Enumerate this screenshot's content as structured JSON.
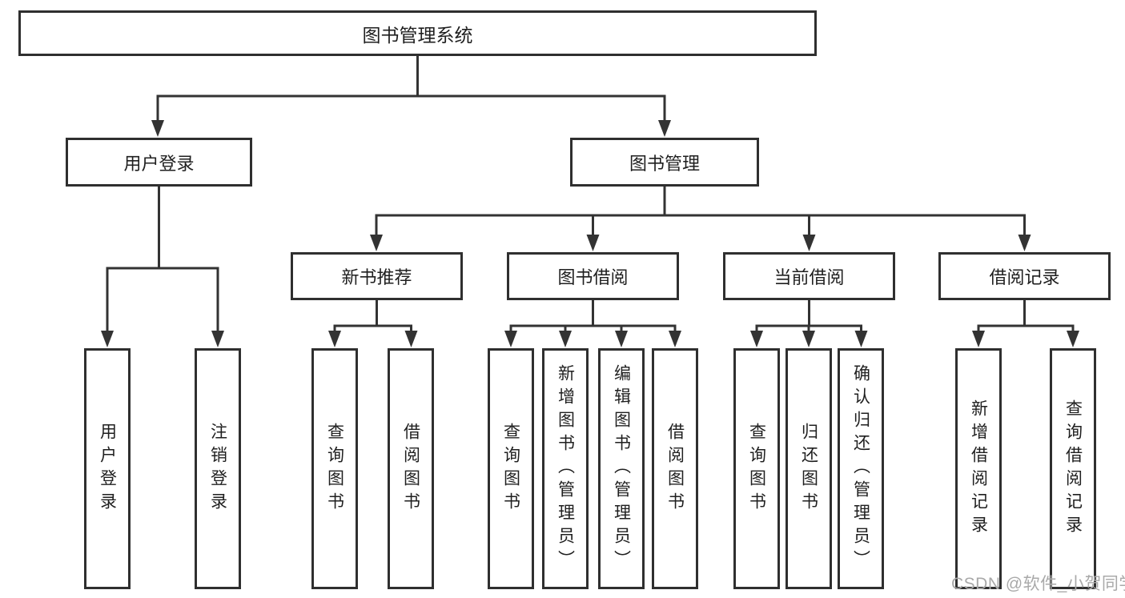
{
  "diagram": {
    "root": {
      "label": "图书管理系统"
    },
    "children": [
      {
        "label": "用户登录",
        "children": [
          {
            "label": "用户登录"
          },
          {
            "label": "注销登录"
          }
        ]
      },
      {
        "label": "图书管理",
        "children": [
          {
            "label": "新书推荐",
            "children": [
              {
                "label": "查询图书"
              },
              {
                "label": "借阅图书"
              }
            ]
          },
          {
            "label": "图书借阅",
            "children": [
              {
                "label": "查询图书"
              },
              {
                "label": "新增图书（管理员）"
              },
              {
                "label": "编辑图书（管理员）"
              },
              {
                "label": "借阅图书"
              }
            ]
          },
          {
            "label": "当前借阅",
            "children": [
              {
                "label": "查询图书"
              },
              {
                "label": "归还图书"
              },
              {
                "label": "确认归还（管理员）"
              }
            ]
          },
          {
            "label": "借阅记录",
            "children": [
              {
                "label": "新增借阅记录"
              },
              {
                "label": "查询借阅记录"
              }
            ]
          }
        ]
      }
    ]
  },
  "watermark": {
    "text": "CSDN @软件_小贺同学"
  },
  "colors": {
    "line": "#333333",
    "box_border": "#2f2f2f",
    "box_fill": "#ffffff",
    "text": "#1f1f1f",
    "watermark": "#a9a9a9",
    "background": "#ffffff"
  }
}
